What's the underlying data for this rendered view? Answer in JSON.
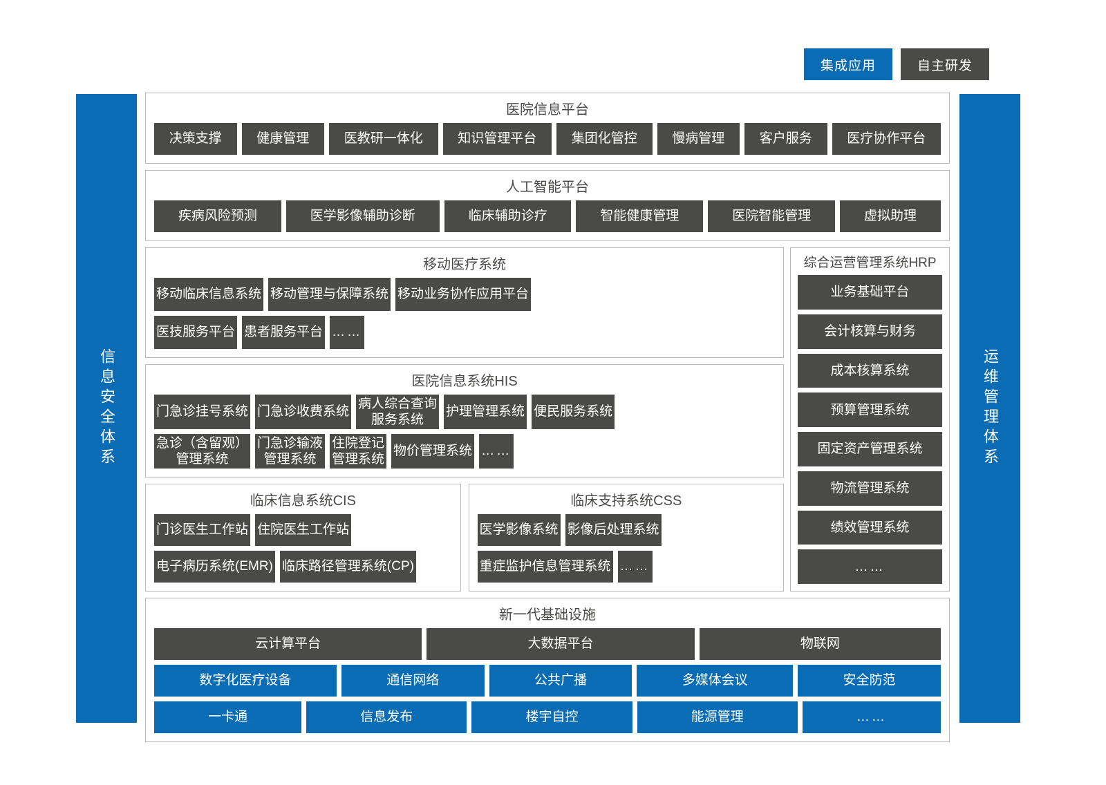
{
  "legend": {
    "integrated_label": "集成应用",
    "selfdev_label": "自主研发",
    "integrated_color": "#0a6cb4",
    "selfdev_color": "#4a4a48"
  },
  "sidebars": {
    "left_label": "信息安全体系",
    "right_label": "运维管理体系"
  },
  "sections": {
    "hospital_info_platform": {
      "title": "医院信息平台",
      "items": [
        "决策支撑",
        "健康管理",
        "医教研一体化",
        "知识管理平台",
        "集团化管控",
        "慢病管理",
        "客户服务",
        "医疗协作平台"
      ]
    },
    "ai_platform": {
      "title": "人工智能平台",
      "items": [
        "疾病风险预测",
        "医学影像辅助诊断",
        "临床辅助诊疗",
        "智能健康管理",
        "医院智能管理",
        "虚拟助理"
      ]
    },
    "mobile_medical": {
      "title": "移动医疗系统",
      "row1": [
        "移动临床信息系统",
        "移动管理与保障系统",
        "移动业务协作应用平台"
      ],
      "row2": [
        "医技服务平台",
        "患者服务平台",
        "……"
      ]
    },
    "his": {
      "title": "医院信息系统HIS",
      "row1": [
        "门急诊挂号系统",
        "门急诊收费系统",
        "病人综合查询\n服务系统",
        "护理管理系统",
        "便民服务系统"
      ],
      "row2": [
        "急诊（含留观）\n管理系统",
        "门急诊输液\n管理系统",
        "住院登记\n管理系统",
        "物价管理系统",
        "……"
      ]
    },
    "cis": {
      "title": "临床信息系统CIS",
      "row1": [
        "门诊医生工作站",
        "住院医生工作站"
      ],
      "row2": [
        "电子病历系统(EMR)",
        "临床路径管理系统(CP)"
      ]
    },
    "css": {
      "title": "临床支持系统CSS",
      "row1": [
        "医学影像系统",
        "影像后处理系统"
      ],
      "row2": [
        "重症监护信息管理系统",
        "……"
      ]
    },
    "hrp": {
      "title": "综合运营管理系统HRP",
      "items": [
        "业务基础平台",
        "会计核算与财务",
        "成本核算系统",
        "预算管理系统",
        "固定资产管理系统",
        "物流管理系统",
        "绩效管理系统",
        "……"
      ]
    },
    "infrastructure": {
      "title": "新一代基础设施",
      "row1": [
        "云计算平台",
        "大数据平台",
        "物联网"
      ],
      "row2": [
        "数字化医疗设备",
        "通信网络",
        "公共广播",
        "多媒体会议",
        "安全防范"
      ],
      "row3": [
        "一卡通",
        "信息发布",
        "楼宇自控",
        "能源管理",
        "……"
      ]
    }
  }
}
